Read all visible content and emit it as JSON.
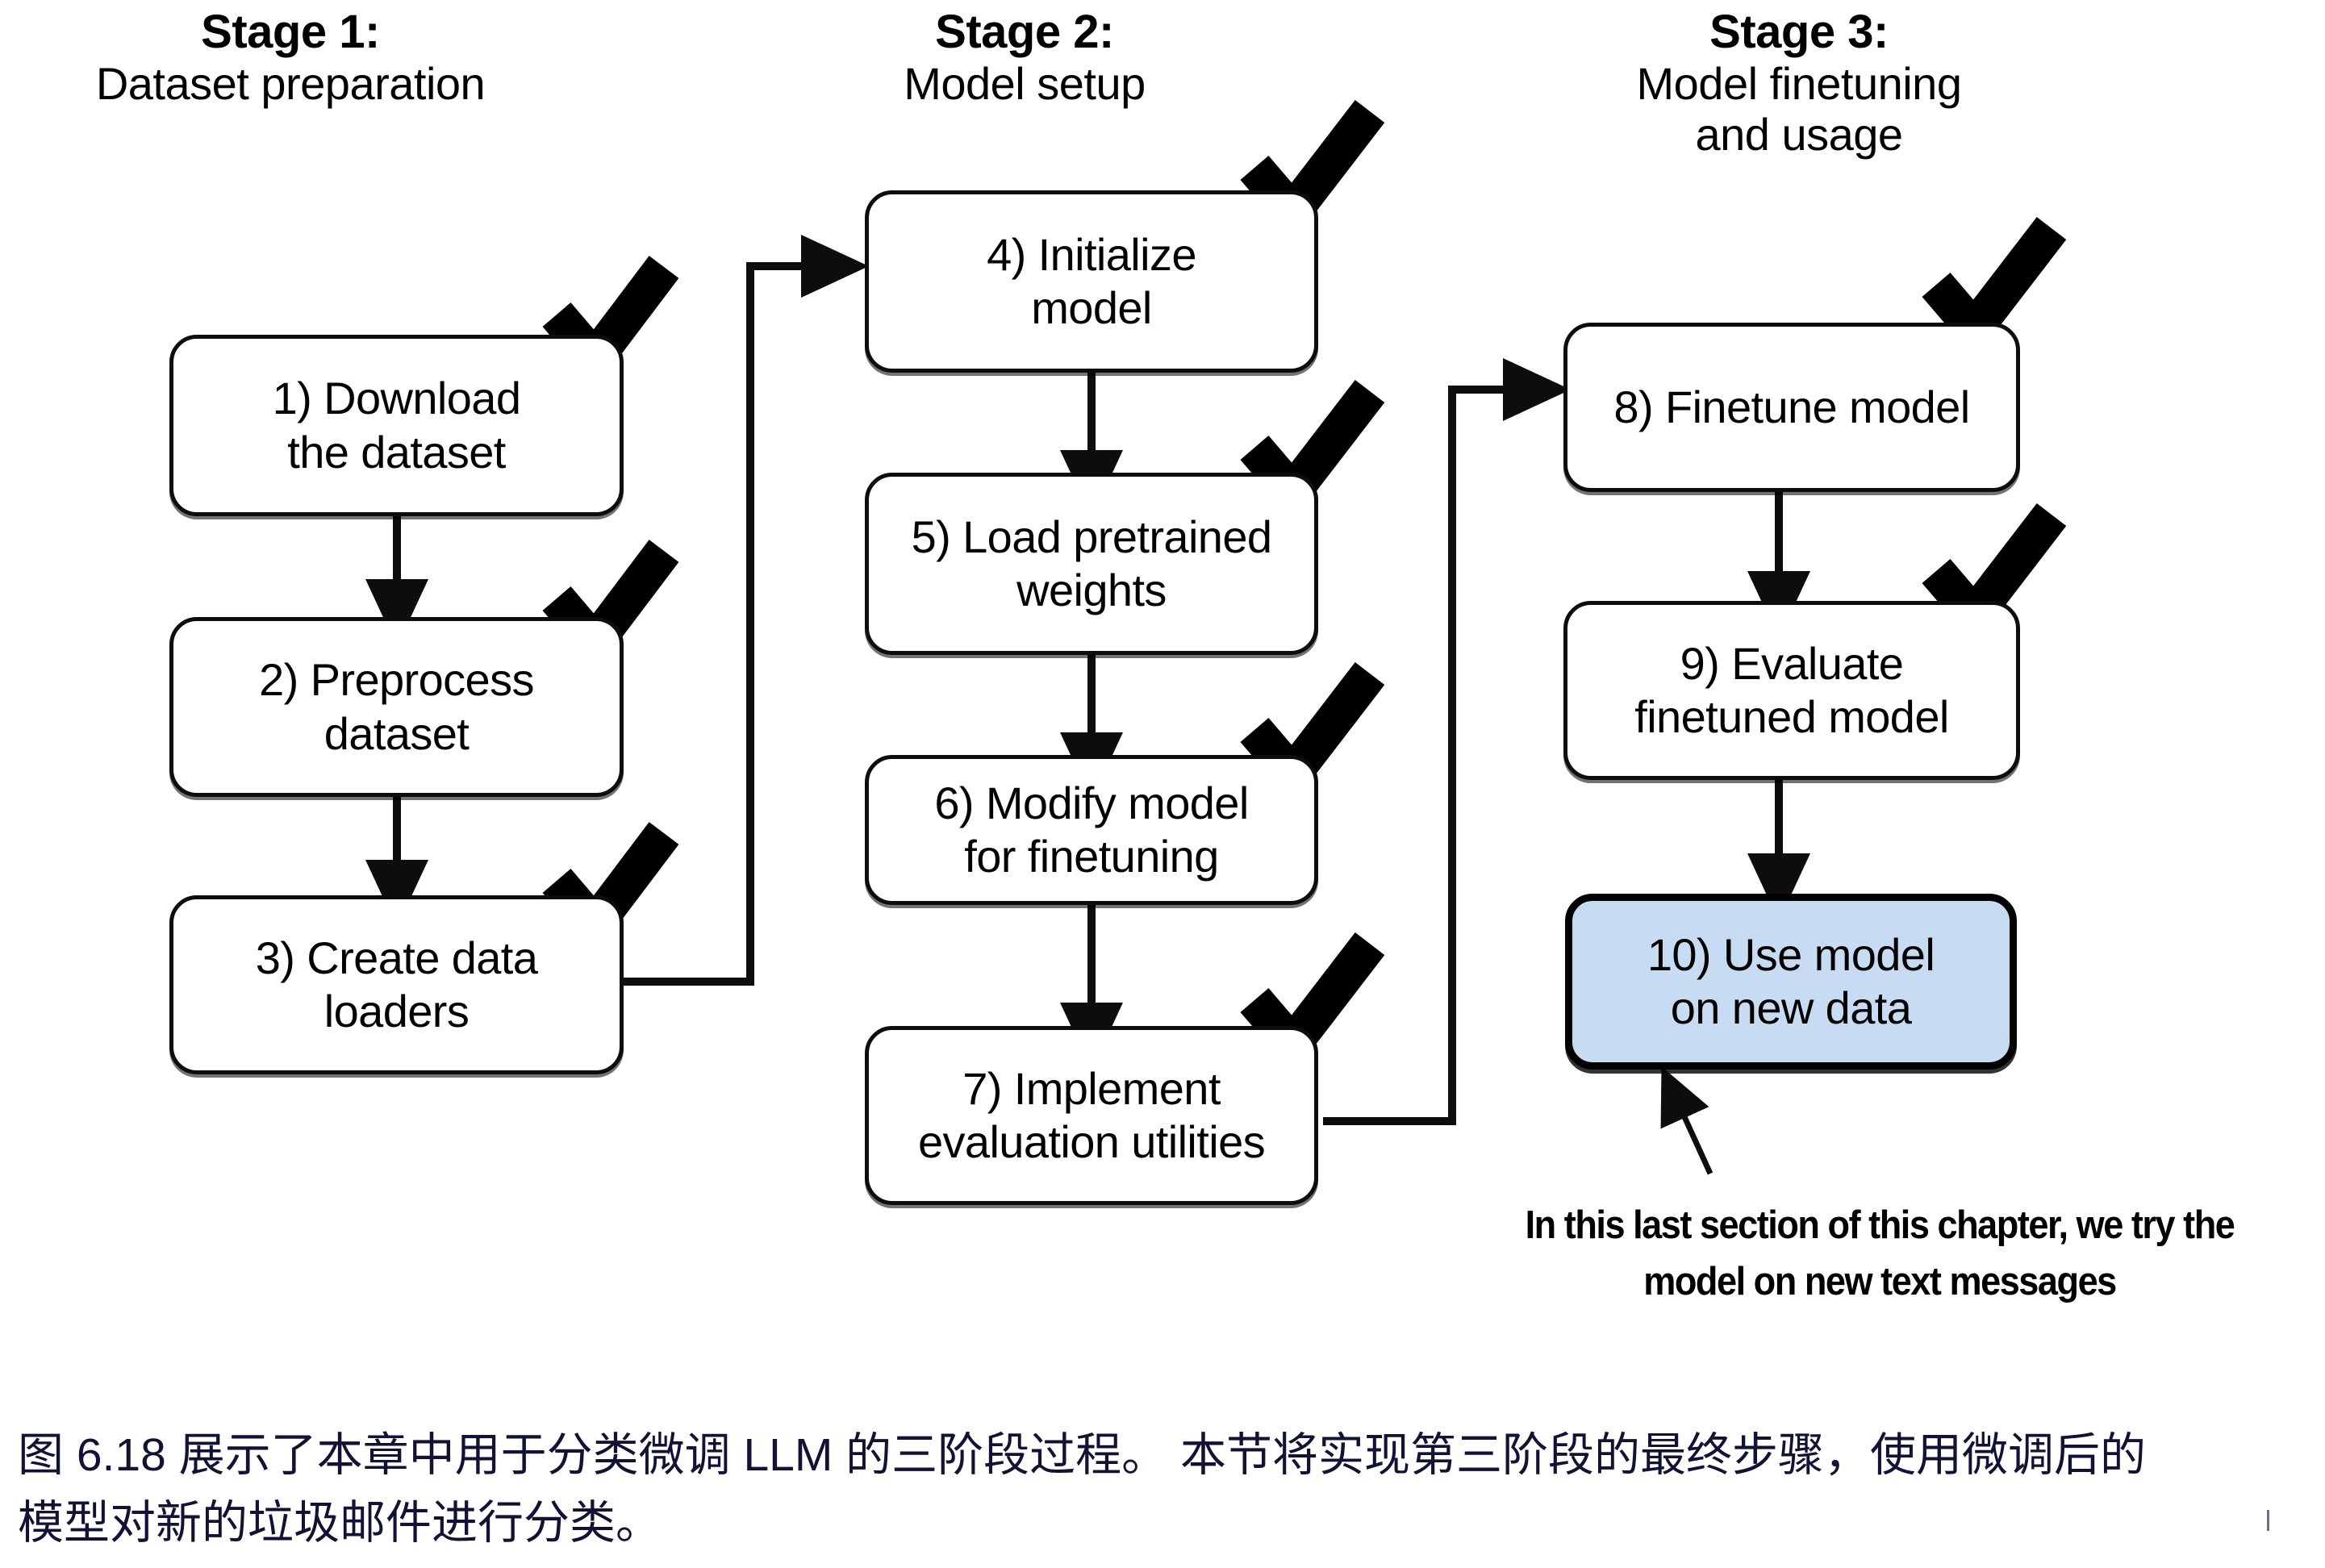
{
  "figure": {
    "stages": [
      {
        "id": "stage-1",
        "title": "Stage 1:",
        "subtitle": "Dataset preparation"
      },
      {
        "id": "stage-2",
        "title": "Stage 2:",
        "subtitle": "Model setup"
      },
      {
        "id": "stage-3",
        "title": "Stage 3:",
        "subtitle": "Model finetuning\nand usage"
      }
    ],
    "stage3_subtitle_line1": "Model finetuning",
    "stage3_subtitle_line2": "and usage",
    "steps": [
      {
        "num": "1",
        "line1": "1) Download",
        "line2": "the dataset",
        "stage": "stage-1",
        "checked": true,
        "highlight": false
      },
      {
        "num": "2",
        "line1": "2) Preprocess",
        "line2": "dataset",
        "stage": "stage-1",
        "checked": true,
        "highlight": false
      },
      {
        "num": "3",
        "line1": "3) Create data",
        "line2": "loaders",
        "stage": "stage-1",
        "checked": true,
        "highlight": false
      },
      {
        "num": "4",
        "line1": "4) Initialize",
        "line2": "model",
        "stage": "stage-2",
        "checked": true,
        "highlight": false
      },
      {
        "num": "5",
        "line1": "5) Load pretrained",
        "line2": "weights",
        "stage": "stage-2",
        "checked": true,
        "highlight": false
      },
      {
        "num": "6",
        "line1": "6) Modify model",
        "line2": "for finetuning",
        "stage": "stage-2",
        "checked": true,
        "highlight": false
      },
      {
        "num": "7",
        "line1": "7) Implement",
        "line2": "evaluation utilities",
        "stage": "stage-2",
        "checked": true,
        "highlight": false
      },
      {
        "num": "8",
        "line1": "8) Finetune model",
        "line2": "",
        "stage": "stage-3",
        "checked": true,
        "highlight": false
      },
      {
        "num": "9",
        "line1": "9) Evaluate",
        "line2": "finetuned model",
        "stage": "stage-3",
        "checked": true,
        "highlight": false
      },
      {
        "num": "10",
        "line1": "10) Use model",
        "line2": "on new data",
        "stage": "stage-3",
        "checked": false,
        "highlight": true
      }
    ],
    "callout": {
      "line1": "In this last section of this chapter, we try the",
      "line2": "model on new text messages"
    },
    "caption": {
      "line1": "图 6.18 展示了本章中用于分类微调 LLM 的三阶段过程。 本节将实现第三阶段的最终步骤，使用微调后的",
      "line2": "模型对新的垃圾邮件进行分类。"
    },
    "colors": {
      "highlight_fill": "#c7dcf2",
      "stroke": "#0d0d0d",
      "background": "#ffffff",
      "caption_text": "#121334"
    },
    "icons": {
      "check": "checkmark-icon",
      "arrow_down": "arrow-down-icon",
      "arrow_right": "arrow-right-icon",
      "pointer": "pointer-arrow-icon"
    }
  }
}
